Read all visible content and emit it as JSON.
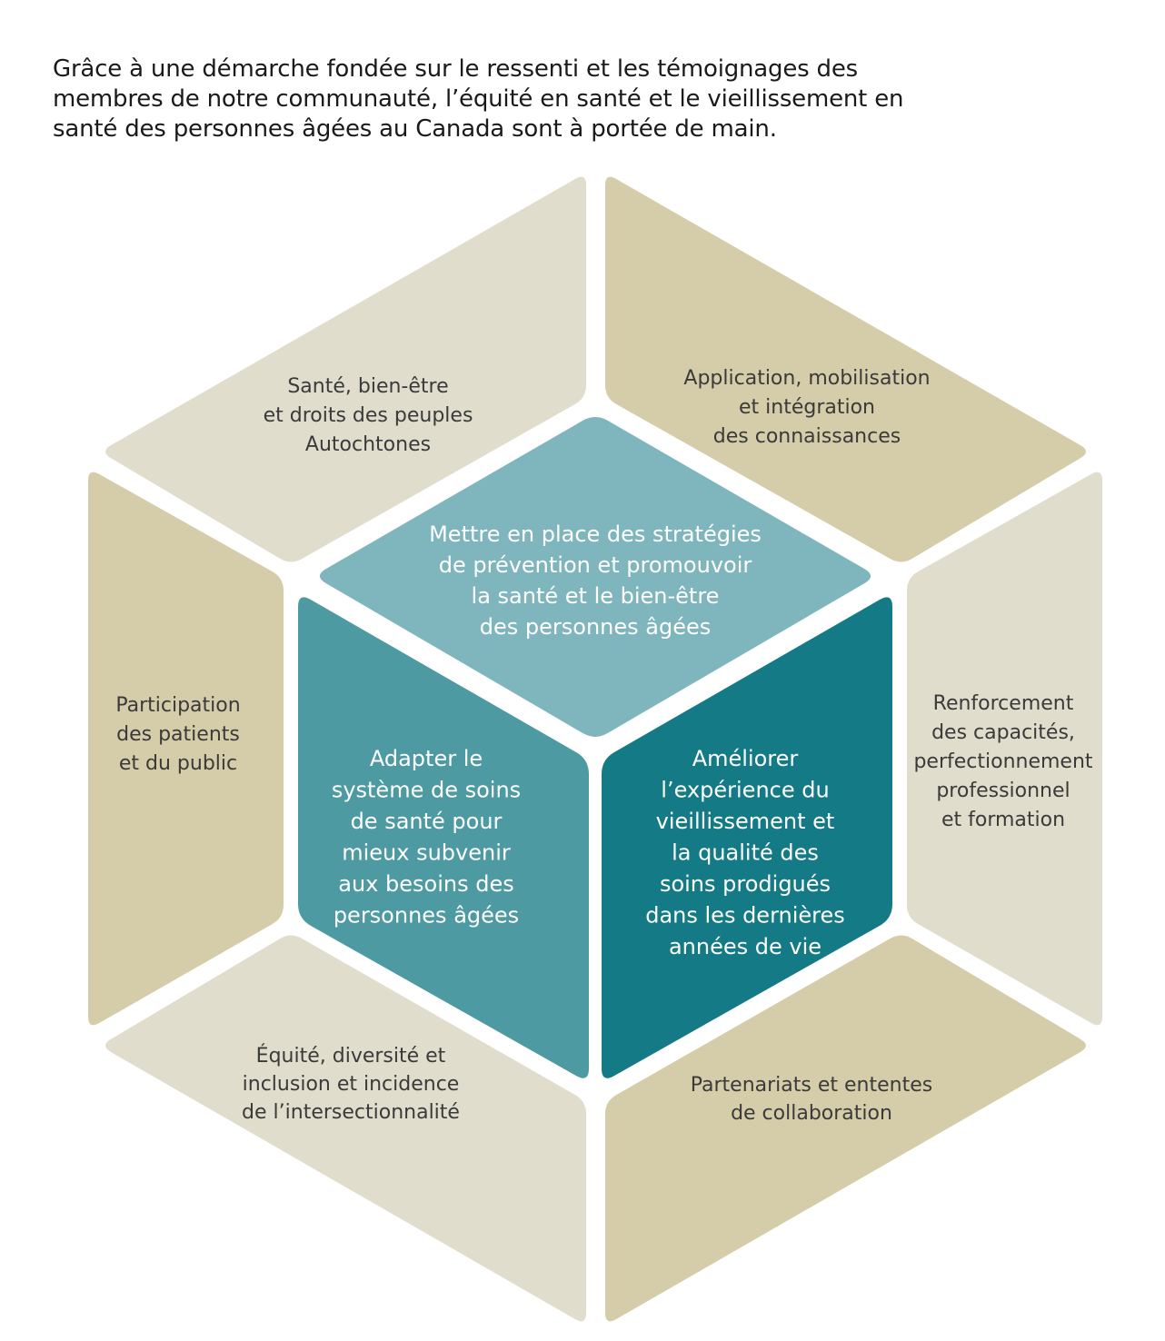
{
  "intro": {
    "lines": [
      "Grâce à une démarche fondée sur le ressenti et les témoignages des",
      "membres de notre communauté, l’équité en santé et le vieillissement en",
      "santé des personnes âgées au Canada sont à portée de main."
    ]
  },
  "colors": {
    "outer_light": "#e0ddcd",
    "outer_tan": "#d5cda9",
    "inner_light": "#7fb5bd",
    "inner_mid": "#4e9aa2",
    "inner_dark": "#137a86"
  },
  "outer_segments": [
    {
      "id": "top-left",
      "lines": [
        "Santé, bien-être",
        "et droits des peuples",
        "Autochtones"
      ]
    },
    {
      "id": "top-right",
      "lines": [
        "Application, mobilisation",
        "et intégration",
        "des connaissances"
      ]
    },
    {
      "id": "left",
      "lines": [
        "Participation",
        "des patients",
        "et du public"
      ]
    },
    {
      "id": "right",
      "lines": [
        "Renforcement",
        "des capacités,",
        "perfectionnement",
        "professionnel",
        "et formation"
      ]
    },
    {
      "id": "bottom-left",
      "lines": [
        "Équité, diversité et",
        "inclusion et incidence",
        "de l’intersectionnalité"
      ]
    },
    {
      "id": "bottom-right",
      "lines": [
        "Partenariats et ententes",
        "de collaboration"
      ]
    }
  ],
  "inner_segments": [
    {
      "id": "top",
      "lines": [
        "Mettre en place des stratégies",
        "de prévention et promouvoir",
        "la santé et le bien-être",
        "des personnes âgées"
      ]
    },
    {
      "id": "left",
      "lines": [
        "Adapter le",
        "système de soins",
        "de santé pour",
        "mieux subvenir",
        "aux besoins des",
        "personnes âgées"
      ]
    },
    {
      "id": "right",
      "lines": [
        "Améliorer",
        "l’expérience du",
        "vieillissement et",
        "la qualité des",
        "soins prodigués",
        "dans les dernières",
        "années de vie"
      ]
    }
  ]
}
